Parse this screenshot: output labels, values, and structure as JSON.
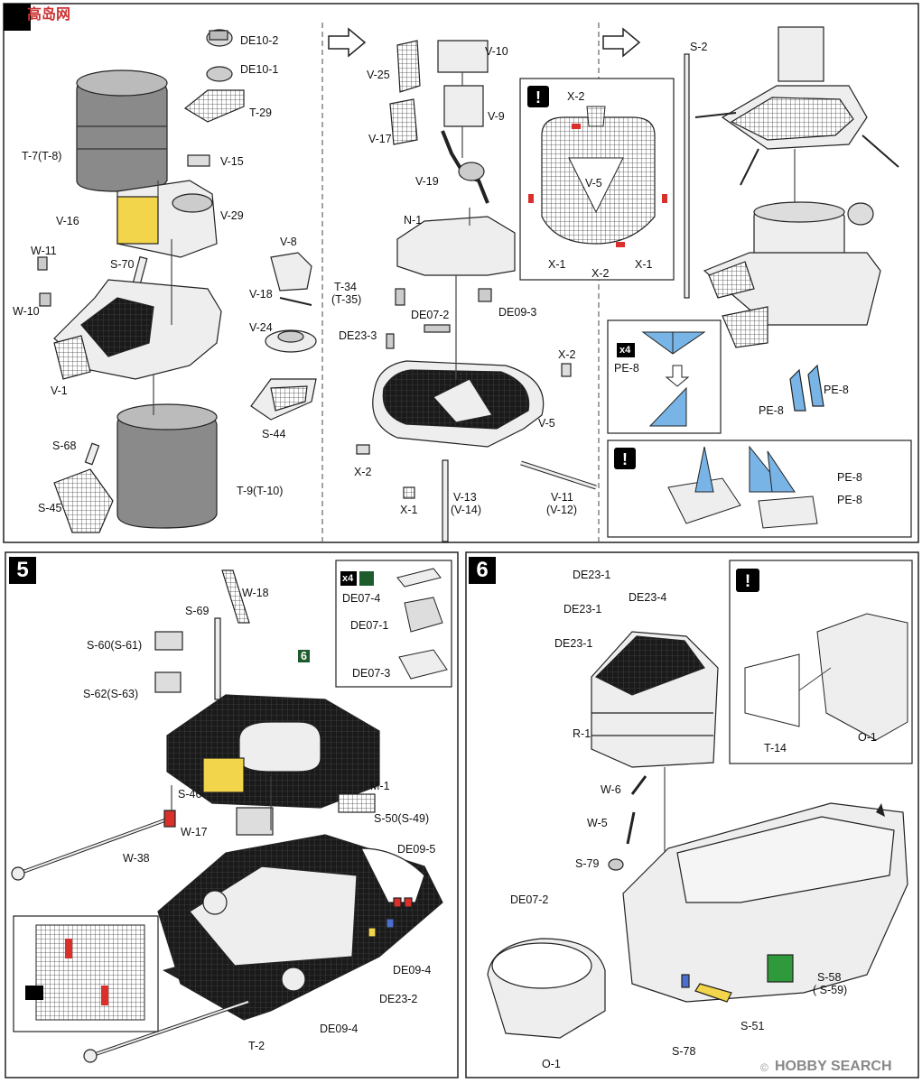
{
  "watermark_top": {
    "brand": "高岛网"
  },
  "watermark_bottom": {
    "copyright": "©",
    "brand": "HOBBY SEARCH"
  },
  "steps": {
    "s5": "5",
    "s6": "6"
  },
  "step4": {
    "labels": {
      "de10_2": "DE10-2",
      "de10_1": "DE10-1",
      "t29": "T-29",
      "t7": "T-7(T-8)",
      "v15": "V-15",
      "v16": "V-16",
      "v29": "V-29",
      "w11": "W-11",
      "s70": "S-70",
      "v8": "V-8",
      "v18": "V-18",
      "w10": "W-10",
      "v24": "V-24",
      "v1": "V-1",
      "s44": "S-44",
      "s68": "S-68",
      "s45": "S-45",
      "t9": "T-9(T-10)"
    },
    "mid": {
      "v25": "V-25",
      "v10": "V-10",
      "v9": "V-9",
      "v17": "V-17",
      "v19": "V-19",
      "n1": "N-1",
      "t34": "T-34",
      "t35": "(T-35)",
      "de07_2": "DE07-2",
      "de09_3": "DE09-3",
      "de23_3": "DE23-3",
      "x2a": "X-2",
      "v5": "V-5",
      "x2b": "X-2",
      "x1": "X-1",
      "v13": "V-13",
      "v14": "(V-14)",
      "v11": "V-11",
      "v12": "(V-12)"
    },
    "inset": {
      "x2a": "X-2",
      "v5": "V-5",
      "x1a": "X-1",
      "x2b": "X-2",
      "x1b": "X-1"
    },
    "right": {
      "s2": "S-2",
      "pe8a": "PE-8",
      "pe8b": "PE-8",
      "x4": "x4",
      "pe8c": "PE-8",
      "pe8d": "PE-8",
      "pe8e": "PE-8"
    }
  },
  "step5": {
    "labels": {
      "w18": "W-18",
      "s69": "S-69",
      "s60": "S-60(S-61)",
      "s62": "S-62(S-63)",
      "six": "6",
      "x4": "x4",
      "de07_4": "DE07-4",
      "de07_1": "DE07-1",
      "de07_3": "DE07-3",
      "m1": "M-1",
      "s46": "S-46",
      "s50": "S-50(S-49)",
      "w17": "W-17",
      "w38": "W-38",
      "de09_5": "DE09-5",
      "de09_4a": "DE09-4",
      "de23_2": "DE23-2",
      "de09_4b": "DE09-4",
      "t2": "T-2"
    }
  },
  "step6": {
    "labels": {
      "de23_1a": "DE23-1",
      "de23_1b": "DE23-1",
      "de23_4": "DE23-4",
      "de23_1c": "DE23-1",
      "r1": "R-1",
      "t14": "T-14",
      "o1a": "O-1",
      "w6": "W-6",
      "w5": "W-5",
      "s79": "S-79",
      "de07_2": "DE07-2",
      "s58": "S-58",
      "s59": "( S-59)",
      "s51": "S-51",
      "s78": "S-78",
      "o1b": "O-1"
    }
  },
  "colors": {
    "yellow": "#f2d54a",
    "grey": "#8a8a8a",
    "red": "#d9302c",
    "blue": "#78b4e6",
    "green": "#2f9a3c",
    "dark": "#222222"
  }
}
